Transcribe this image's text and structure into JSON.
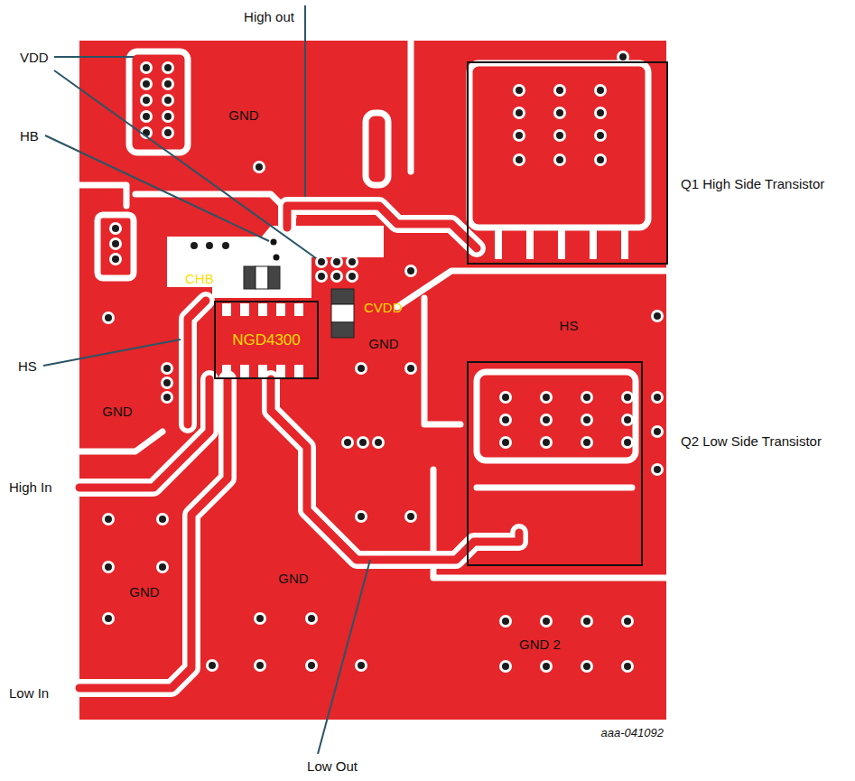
{
  "diagram": {
    "nodes": [
      {
        "text": [
          "NGD4300"
        ]
      },
      {
        "text": [
          "Q1 High Side Transistor"
        ]
      },
      {
        "text": [
          "Q2 Low Side Transistor"
        ]
      }
    ],
    "labels": [
      "High out",
      "VDD",
      "HB",
      "GND",
      "CHB",
      "CVDD",
      "GND",
      "HS",
      "HS",
      "GND",
      "High In",
      "GND",
      "GND",
      "GND 2",
      "Low In",
      "Low Out",
      "aaa-041092"
    ]
  }
}
